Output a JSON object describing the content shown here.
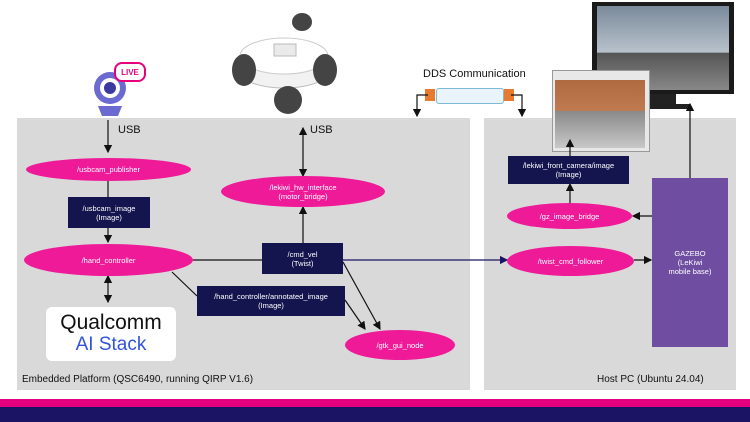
{
  "embedded": {
    "label": "Embedded Platform (QSC6490, running QIRP V1.6)",
    "usb_left": "USB",
    "usb_right": "USB",
    "nodes": {
      "usbcam_publisher": "/usbcam_publisher",
      "usbcam_image": "/usbcam_image\n(Image)",
      "hand_controller": "/hand_controller",
      "annotated": "/hand_controller/annotated_image\n(Image)",
      "cmd_vel": "/cmd_vel\n(Twist)",
      "hw_interface": "/lekiwi_hw_interface\n(motor_bridge)",
      "gtk_gui": "/gtk_gui_node"
    },
    "logo": {
      "line1": "Qualcomm",
      "line2": "AI Stack"
    },
    "live_badge": "LIVE"
  },
  "host": {
    "label": "Host PC (Ubuntu 24.04)",
    "nodes": {
      "front_camera": "/lekiwi_front_camera/image\n(Image)",
      "gz_bridge": "/gz_image_bridge",
      "twist_follower": "/twist_cmd_follower",
      "gazebo": "GAZEBO\n(LeKiwi\nmobile base)"
    }
  },
  "dds": {
    "label": "DDS Communication"
  },
  "colors": {
    "magenta": "#ee1a98",
    "navy": "#14144f",
    "purple": "#6f4da0",
    "panel": "#d9d9d9"
  }
}
